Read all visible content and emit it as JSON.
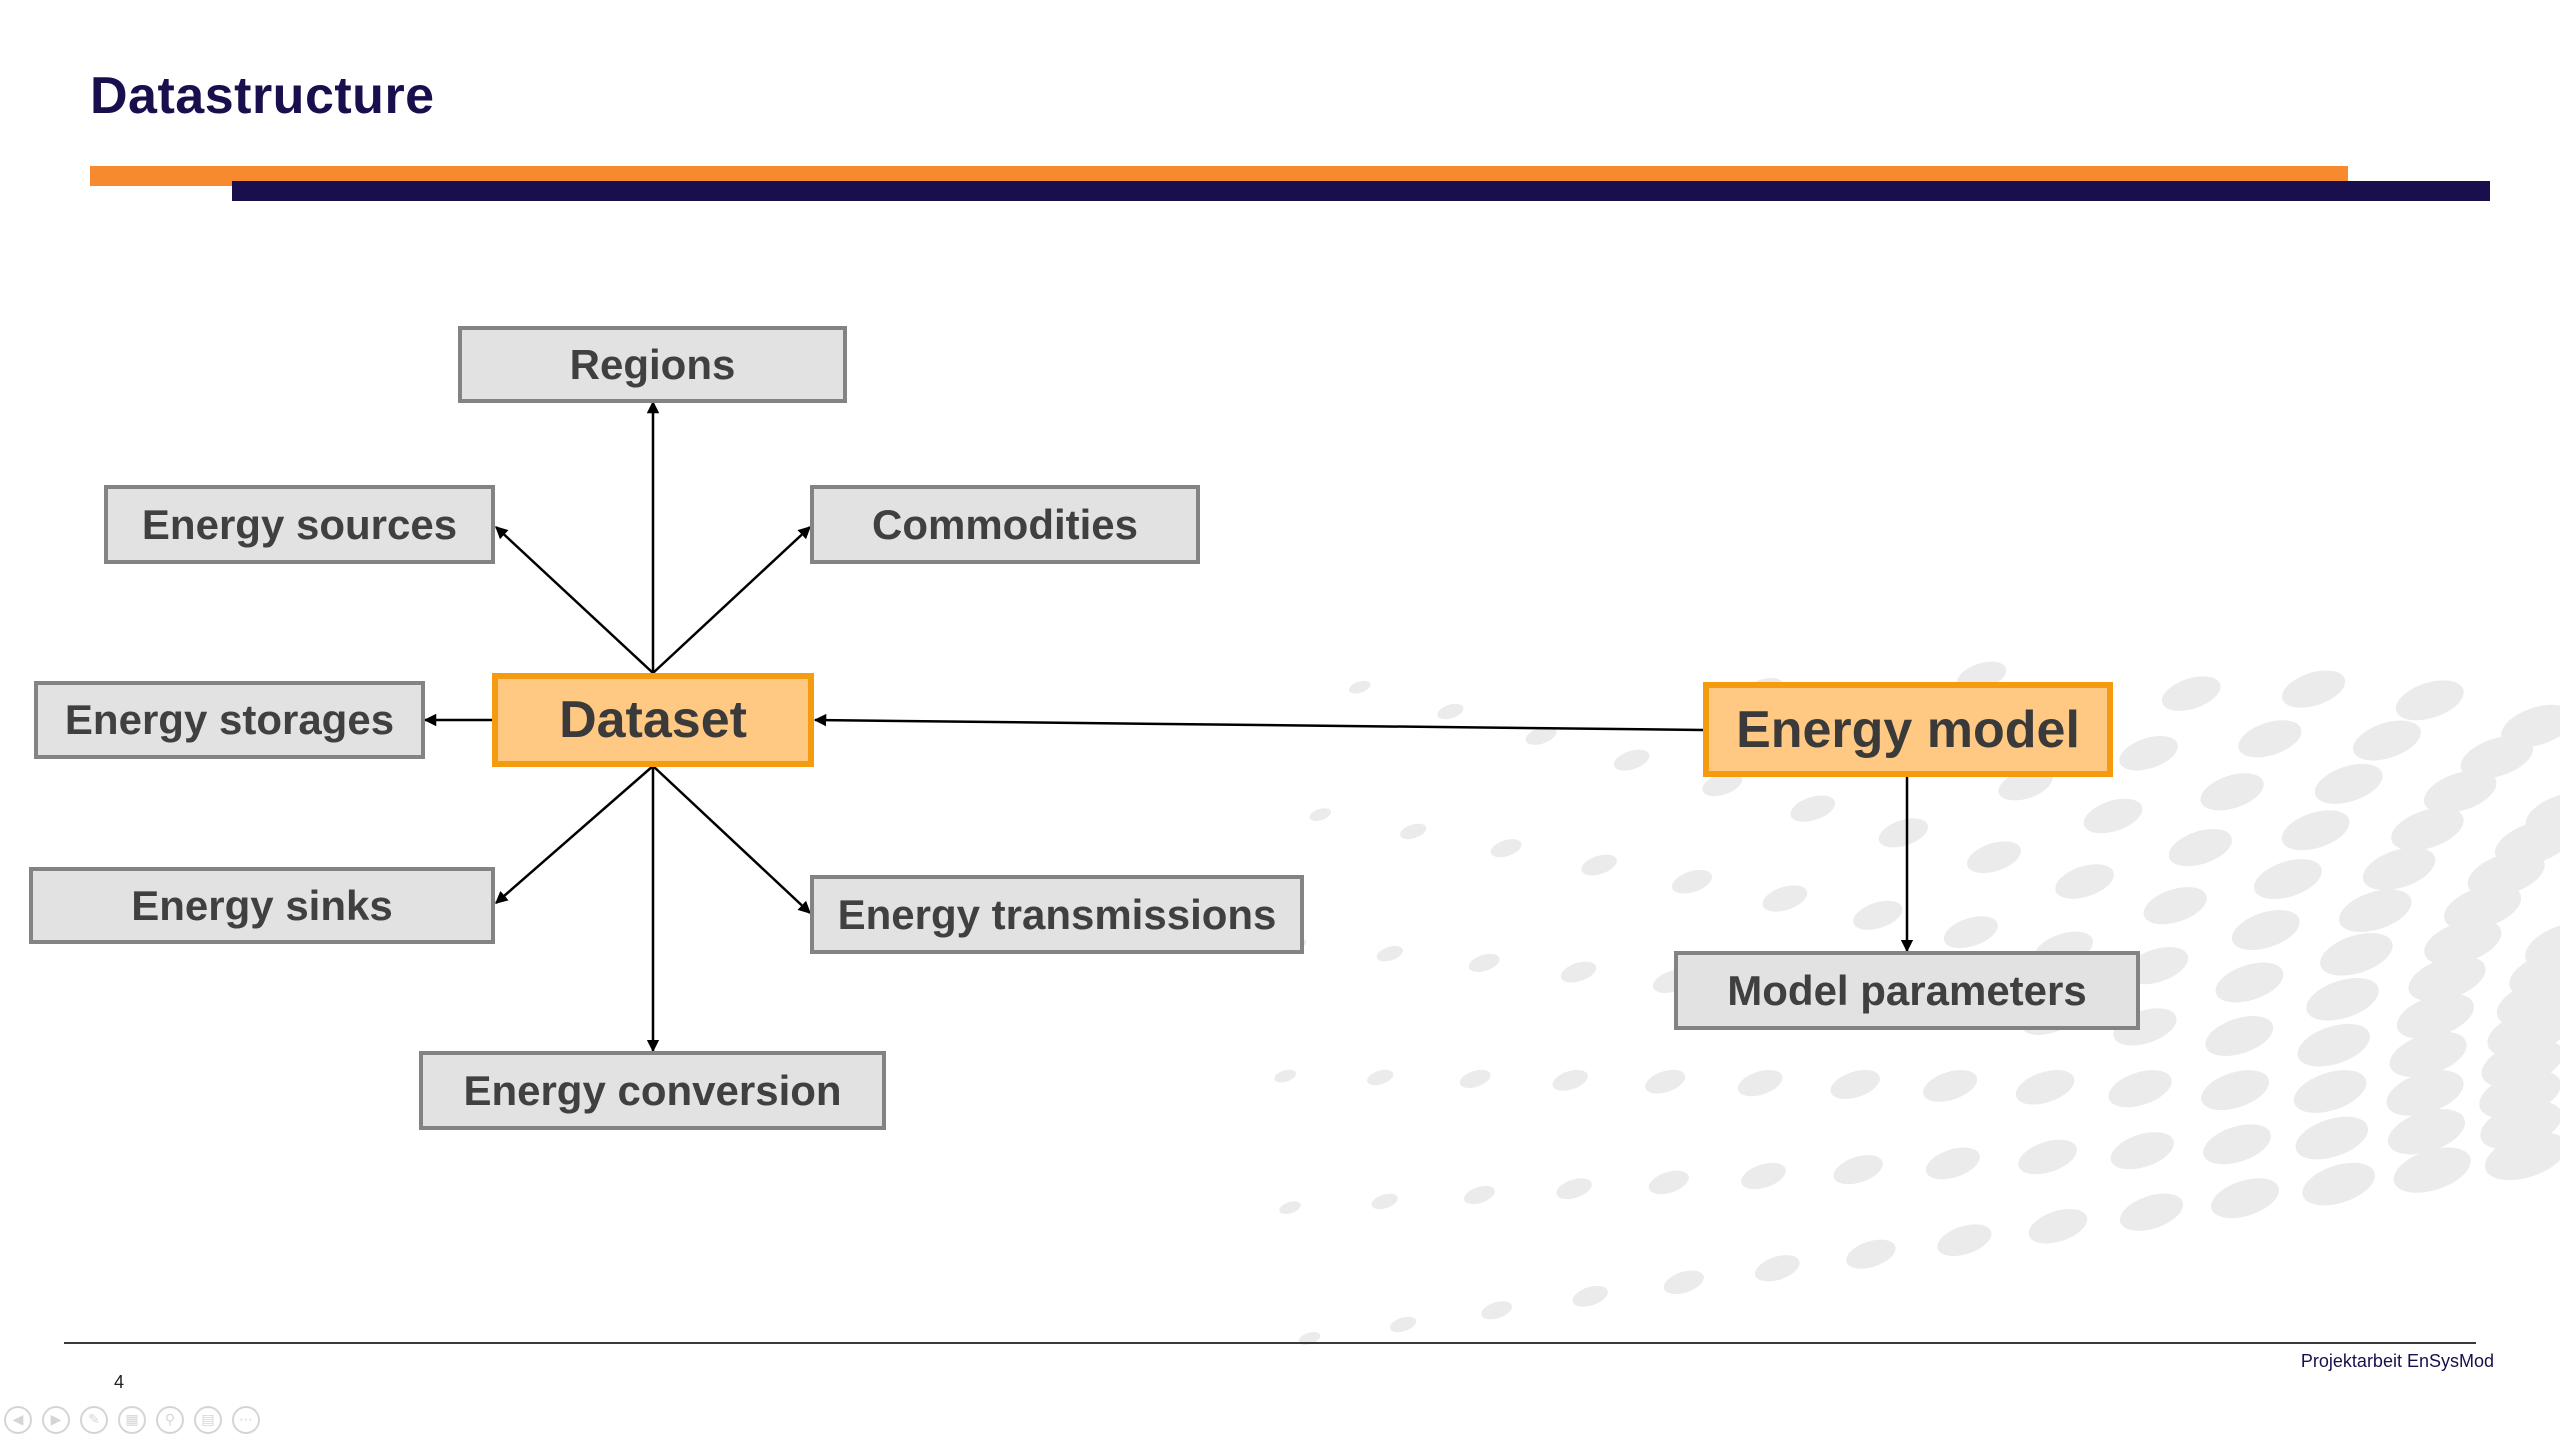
{
  "slide": {
    "title": "Datastructure",
    "page_number": "4",
    "footer": "Projektarbeit EnSysMod"
  },
  "colors": {
    "title": "#1a0f4d",
    "bar_orange": "#f7892f",
    "bar_navy": "#1a0f4d",
    "node_fill": "#e2e2e2",
    "node_border": "#838383",
    "highlight_fill": "#ffc983",
    "highlight_border": "#f59b0f"
  },
  "diagram": {
    "nodes": {
      "regions": "Regions",
      "energy_sources": "Energy sources",
      "commodities": "Commodities",
      "energy_storages": "Energy storages",
      "dataset": "Dataset",
      "energy_model": "Energy model",
      "energy_sinks": "Energy sinks",
      "energy_transmissions": "Energy transmissions",
      "model_parameters": "Model parameters",
      "energy_conversion": "Energy conversion"
    },
    "edges": [
      {
        "from": "dataset",
        "to": "regions"
      },
      {
        "from": "dataset",
        "to": "energy_sources"
      },
      {
        "from": "dataset",
        "to": "commodities"
      },
      {
        "from": "dataset",
        "to": "energy_storages"
      },
      {
        "from": "dataset",
        "to": "energy_sinks"
      },
      {
        "from": "dataset",
        "to": "energy_transmissions"
      },
      {
        "from": "dataset",
        "to": "energy_conversion"
      },
      {
        "from": "energy_model",
        "to": "dataset"
      },
      {
        "from": "energy_model",
        "to": "model_parameters"
      }
    ]
  },
  "presentation_controls": [
    {
      "icon": "previous-slide-icon"
    },
    {
      "icon": "next-slide-icon"
    },
    {
      "icon": "pen-icon"
    },
    {
      "icon": "slides-grid-icon"
    },
    {
      "icon": "zoom-icon"
    },
    {
      "icon": "subtitles-icon"
    },
    {
      "icon": "more-options-icon"
    }
  ]
}
